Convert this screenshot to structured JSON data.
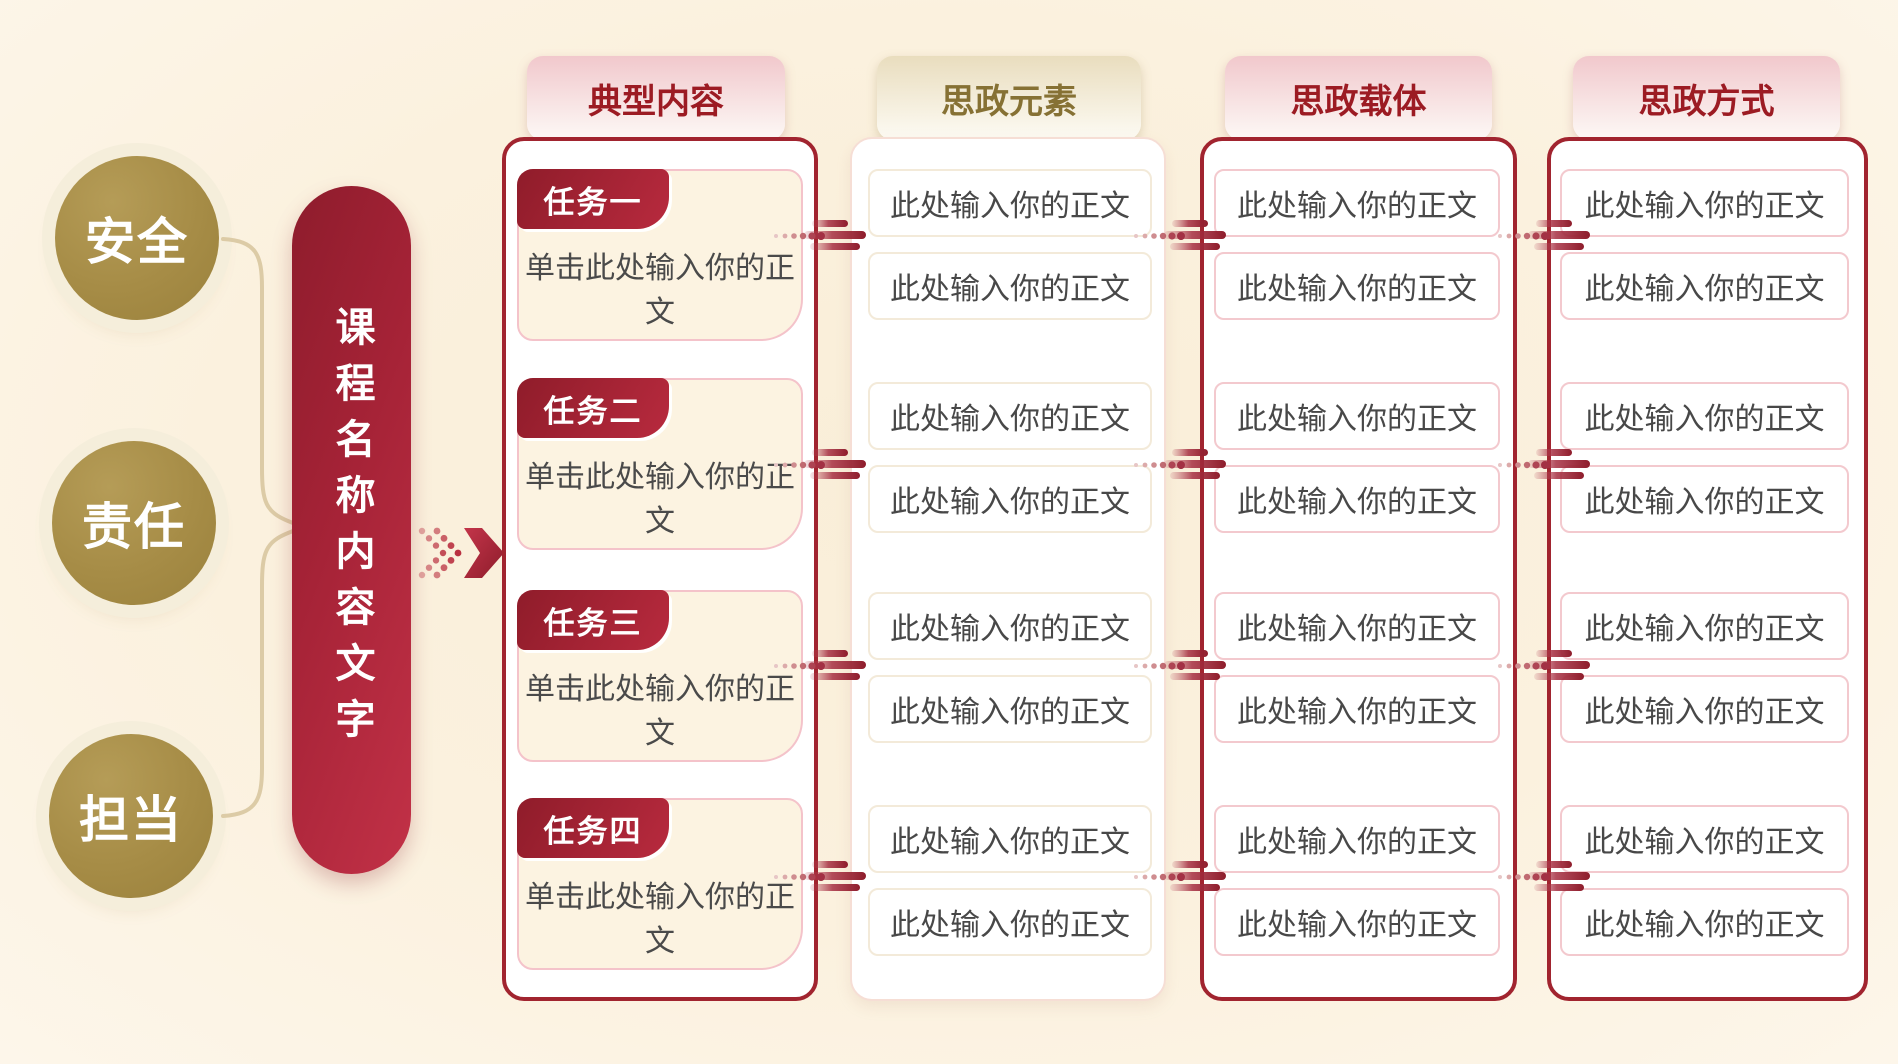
{
  "left_panel": {
    "keywords": [
      {
        "label": "安全"
      },
      {
        "label": "责任"
      },
      {
        "label": "担当"
      }
    ],
    "course_pill": "课程名称内容文字"
  },
  "columns": {
    "typical_content": {
      "header": "典型内容",
      "tasks": [
        {
          "badge": "任务一",
          "body": "单击此处输入你的正文"
        },
        {
          "badge": "任务二",
          "body": "单击此处输入你的正文"
        },
        {
          "badge": "任务三",
          "body": "单击此处输入你的正文"
        },
        {
          "badge": "任务四",
          "body": "单击此处输入你的正文"
        }
      ]
    },
    "ideology_elements": {
      "header": "思政元素",
      "items": [
        "此处输入你的正文",
        "此处输入你的正文",
        "此处输入你的正文",
        "此处输入你的正文",
        "此处输入你的正文",
        "此处输入你的正文",
        "此处输入你的正文",
        "此处输入你的正文"
      ]
    },
    "ideology_carriers": {
      "header": "思政载体",
      "items": [
        "此处输入你的正文",
        "此处输入你的正文",
        "此处输入你的正文",
        "此处输入你的正文",
        "此处输入你的正文",
        "此处输入你的正文",
        "此处输入你的正文",
        "此处输入你的正文"
      ]
    },
    "ideology_methods": {
      "header": "思政方式",
      "items": [
        "此处输入你的正文",
        "此处输入你的正文",
        "此处输入你的正文",
        "此处输入你的正文",
        "此处输入你的正文",
        "此处输入你的正文",
        "此处输入你的正文",
        "此处输入你的正文"
      ]
    }
  },
  "colors": {
    "background": "#fbf1de",
    "deep_red_border": "#a1242f",
    "red_gradient_start": "#8e1c2c",
    "red_gradient_end": "#c23147",
    "gold_circle": "#a68c46",
    "header_red_text": "#9c1b23",
    "header_gold_text": "#867134",
    "body_text": "#4a4a4a",
    "card_bg": "#fcf3e1",
    "pink_border": "#f4c3ca"
  }
}
